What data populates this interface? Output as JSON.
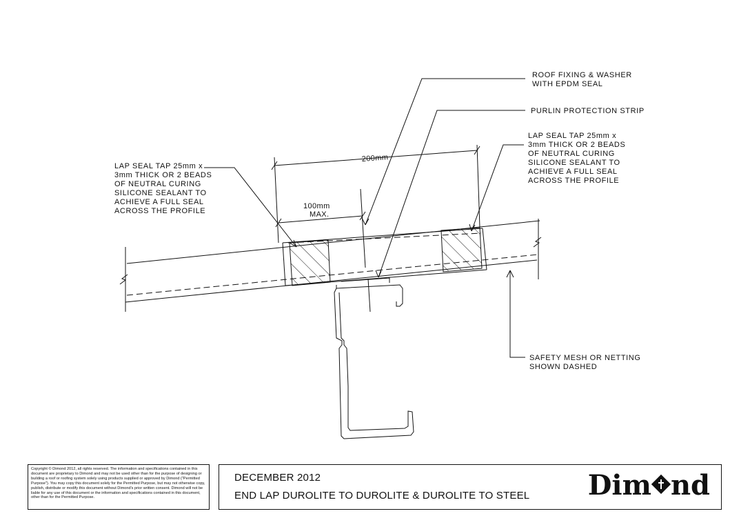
{
  "labels": {
    "roof_fixing": [
      "ROOF FIXING & WASHER",
      "WITH EPDM SEAL"
    ],
    "purlin_strip": [
      "PURLIN PROTECTION STRIP"
    ],
    "lap_seal_right": [
      "LAP SEAL TAP 25mm x",
      "3mm THICK OR 2 BEADS",
      "OF NEUTRAL CURING",
      "SILICONE SEALANT TO",
      "ACHIEVE A FULL SEAL",
      "ACROSS THE PROFILE"
    ],
    "lap_seal_left": [
      "LAP SEAL TAP 25mm x",
      "3mm THICK OR 2 BEADS",
      "OF NEUTRAL CURING",
      "SILICONE SEALANT TO",
      "ACHIEVE A FULL SEAL",
      "ACROSS THE PROFILE"
    ],
    "safety_mesh": [
      "SAFETY MESH OR NETTING",
      "SHOWN DASHED"
    ]
  },
  "dimensions": {
    "overall": "200mm",
    "max_line1": "100mm",
    "max_line2": "MAX."
  },
  "copyright": "Copyright © Dimond 2012, all rights reserved. The information and specifications contained in this document are proprietary to Dimond and may not be used other than for the purpose of designing or building a roof or roofing system solely using products supplied or approved by Dimond (\"Permitted Purpose\"). You may copy this document solely for the Permitted Purpose, but may not otherwise copy, publish, distribute or modify this document without Dimond's prior written consent. Dimond will not be liable for any use of this document or the information and specifications contained in this document, other than for the Permitted Purpose.",
  "title_block": {
    "date": "DECEMBER 2012",
    "title": "END LAP DUROLITE TO DUROLITE & DUROLITE TO STEEL",
    "logo_left": "Dim",
    "logo_right": "nd",
    "logo_icon": "diamond-cross-icon"
  },
  "colors": {
    "ink": "#111111",
    "paper": "#ffffff"
  }
}
